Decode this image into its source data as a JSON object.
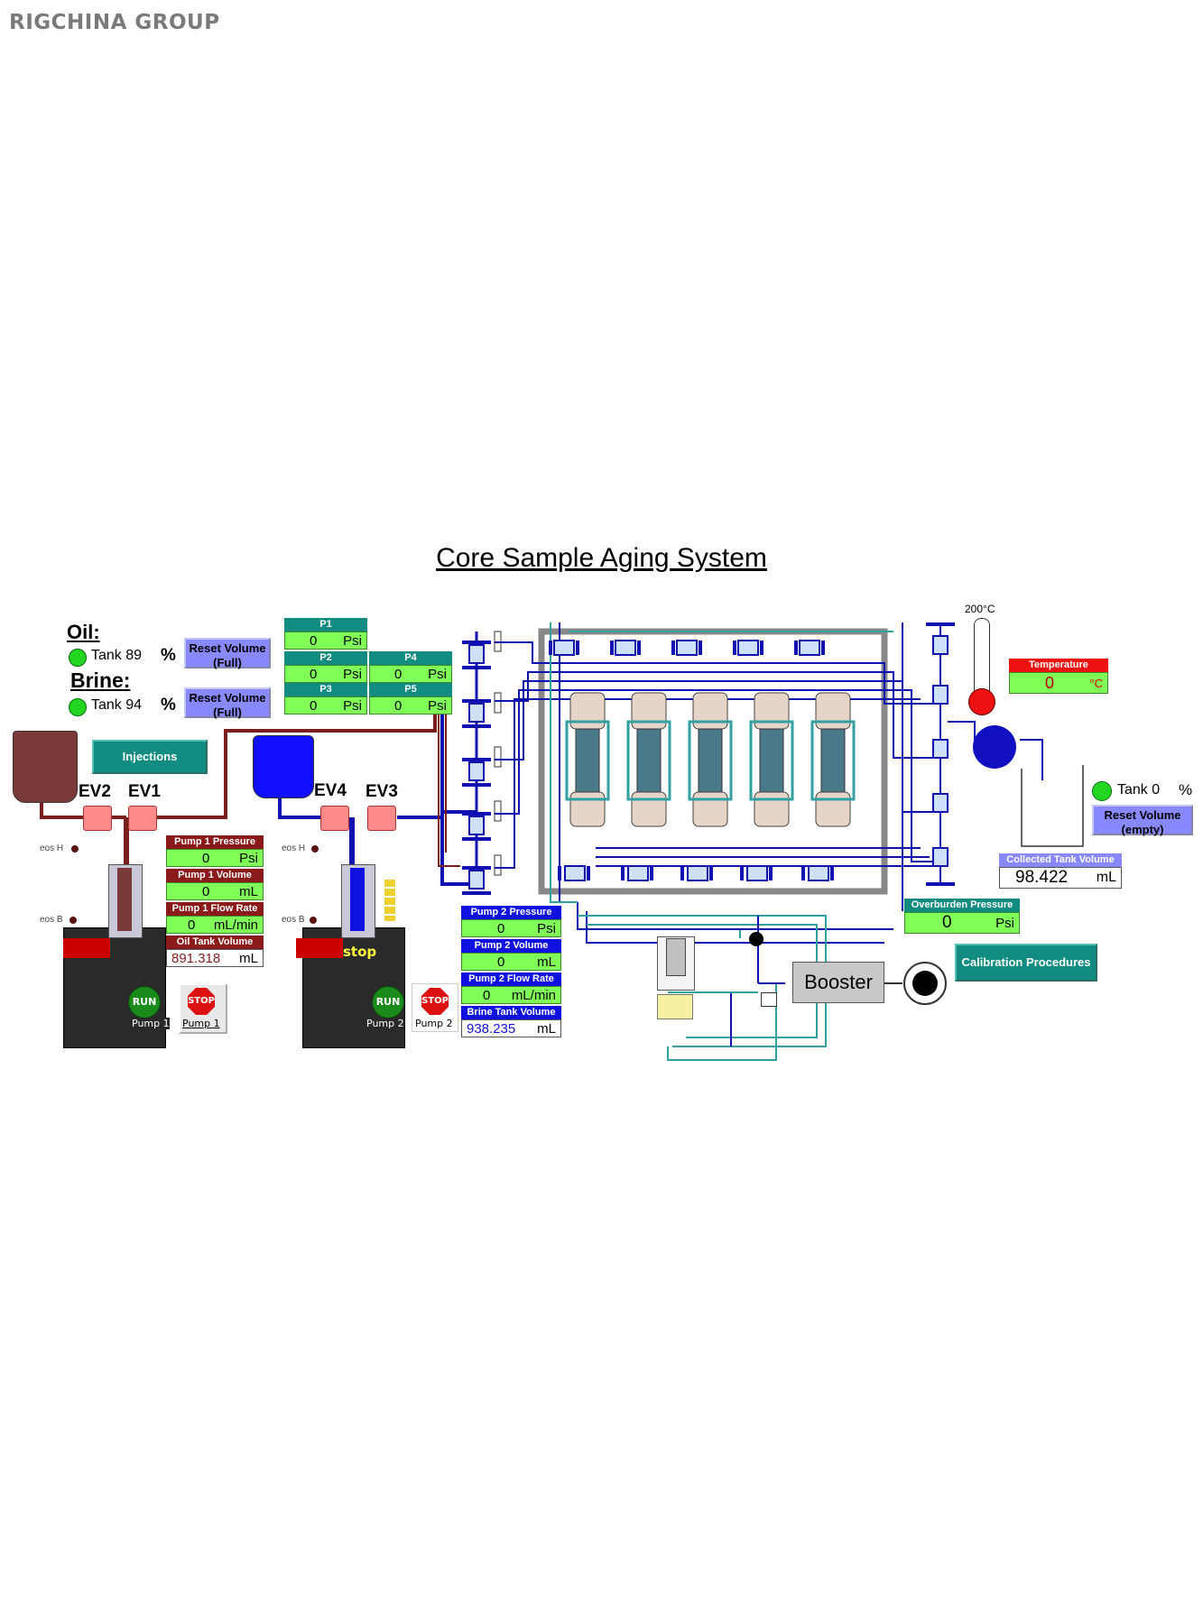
{
  "brand": "RIGCHINA GROUP",
  "title": "Core Sample Aging System",
  "oil": {
    "header": "Oil:",
    "tank_label": "Tank 89",
    "unit": "%",
    "reset": "Reset Volume (Full)"
  },
  "brine": {
    "header": "Brine:",
    "tank_label": "Tank 94",
    "unit": "%",
    "reset": "Reset Volume (Full)"
  },
  "injections": "Injections",
  "valves": {
    "ev1": "EV1",
    "ev2": "EV2",
    "ev3": "EV3",
    "ev4": "EV4"
  },
  "pressures": {
    "p1": {
      "label": "P1",
      "value": "0",
      "unit": "Psi"
    },
    "p2": {
      "label": "P2",
      "value": "0",
      "unit": "Psi"
    },
    "p3": {
      "label": "P3",
      "value": "0",
      "unit": "Psi"
    },
    "p4": {
      "label": "P4",
      "value": "0",
      "unit": "Psi"
    },
    "p5": {
      "label": "P5",
      "value": "0",
      "unit": "Psi"
    }
  },
  "pump1": {
    "pressure": {
      "label": "Pump 1 Pressure",
      "value": "0",
      "unit": "Psi"
    },
    "volume": {
      "label": "Pump 1 Volume",
      "value": "0",
      "unit": "mL"
    },
    "flow": {
      "label": "Pump 1 Flow Rate",
      "value": "0",
      "unit": "mL/min"
    },
    "tank": {
      "label": "Oil Tank Volume",
      "value": "891.318",
      "unit": "mL"
    },
    "run": "RUN",
    "stop": "STOP",
    "run_caption": "Pump 1",
    "stop_caption": "Pump 1"
  },
  "pump2": {
    "pressure": {
      "label": "Pump 2 Pressure",
      "value": "0",
      "unit": "Psi"
    },
    "volume": {
      "label": "Pump 2 Volume",
      "value": "0",
      "unit": "mL"
    },
    "flow": {
      "label": "Pump 2 Flow Rate",
      "value": "0",
      "unit": "mL/min"
    },
    "tank": {
      "label": "Brine Tank Volume",
      "value": "938.235",
      "unit": "mL"
    },
    "run": "RUN",
    "stop": "STOP",
    "run_caption": "Pump 2",
    "stop_caption": "Pump 2",
    "status": "stop"
  },
  "eos": {
    "h1": "eos H",
    "b1": "eos B",
    "h2": "eos H",
    "b2": "eos B"
  },
  "temperature": {
    "label": "Temperature",
    "value": "0",
    "unit": "°C",
    "max": "200°C"
  },
  "collected": {
    "tank_label": "Tank 0",
    "unit": "%",
    "reset": "Reset Volume (empty)",
    "label": "Collected Tank Volume",
    "value": "98.422",
    "vunit": "mL"
  },
  "overburden": {
    "label": "Overburden Pressure",
    "value": "0",
    "unit": "Psi"
  },
  "calibration": "Calibration Procedures",
  "booster": "Booster",
  "colors": {
    "teal": "#128c80",
    "maroon": "#8b1a1a",
    "blue": "#1010e0",
    "green_field": "#7fff58",
    "lavender": "#8888ff"
  }
}
